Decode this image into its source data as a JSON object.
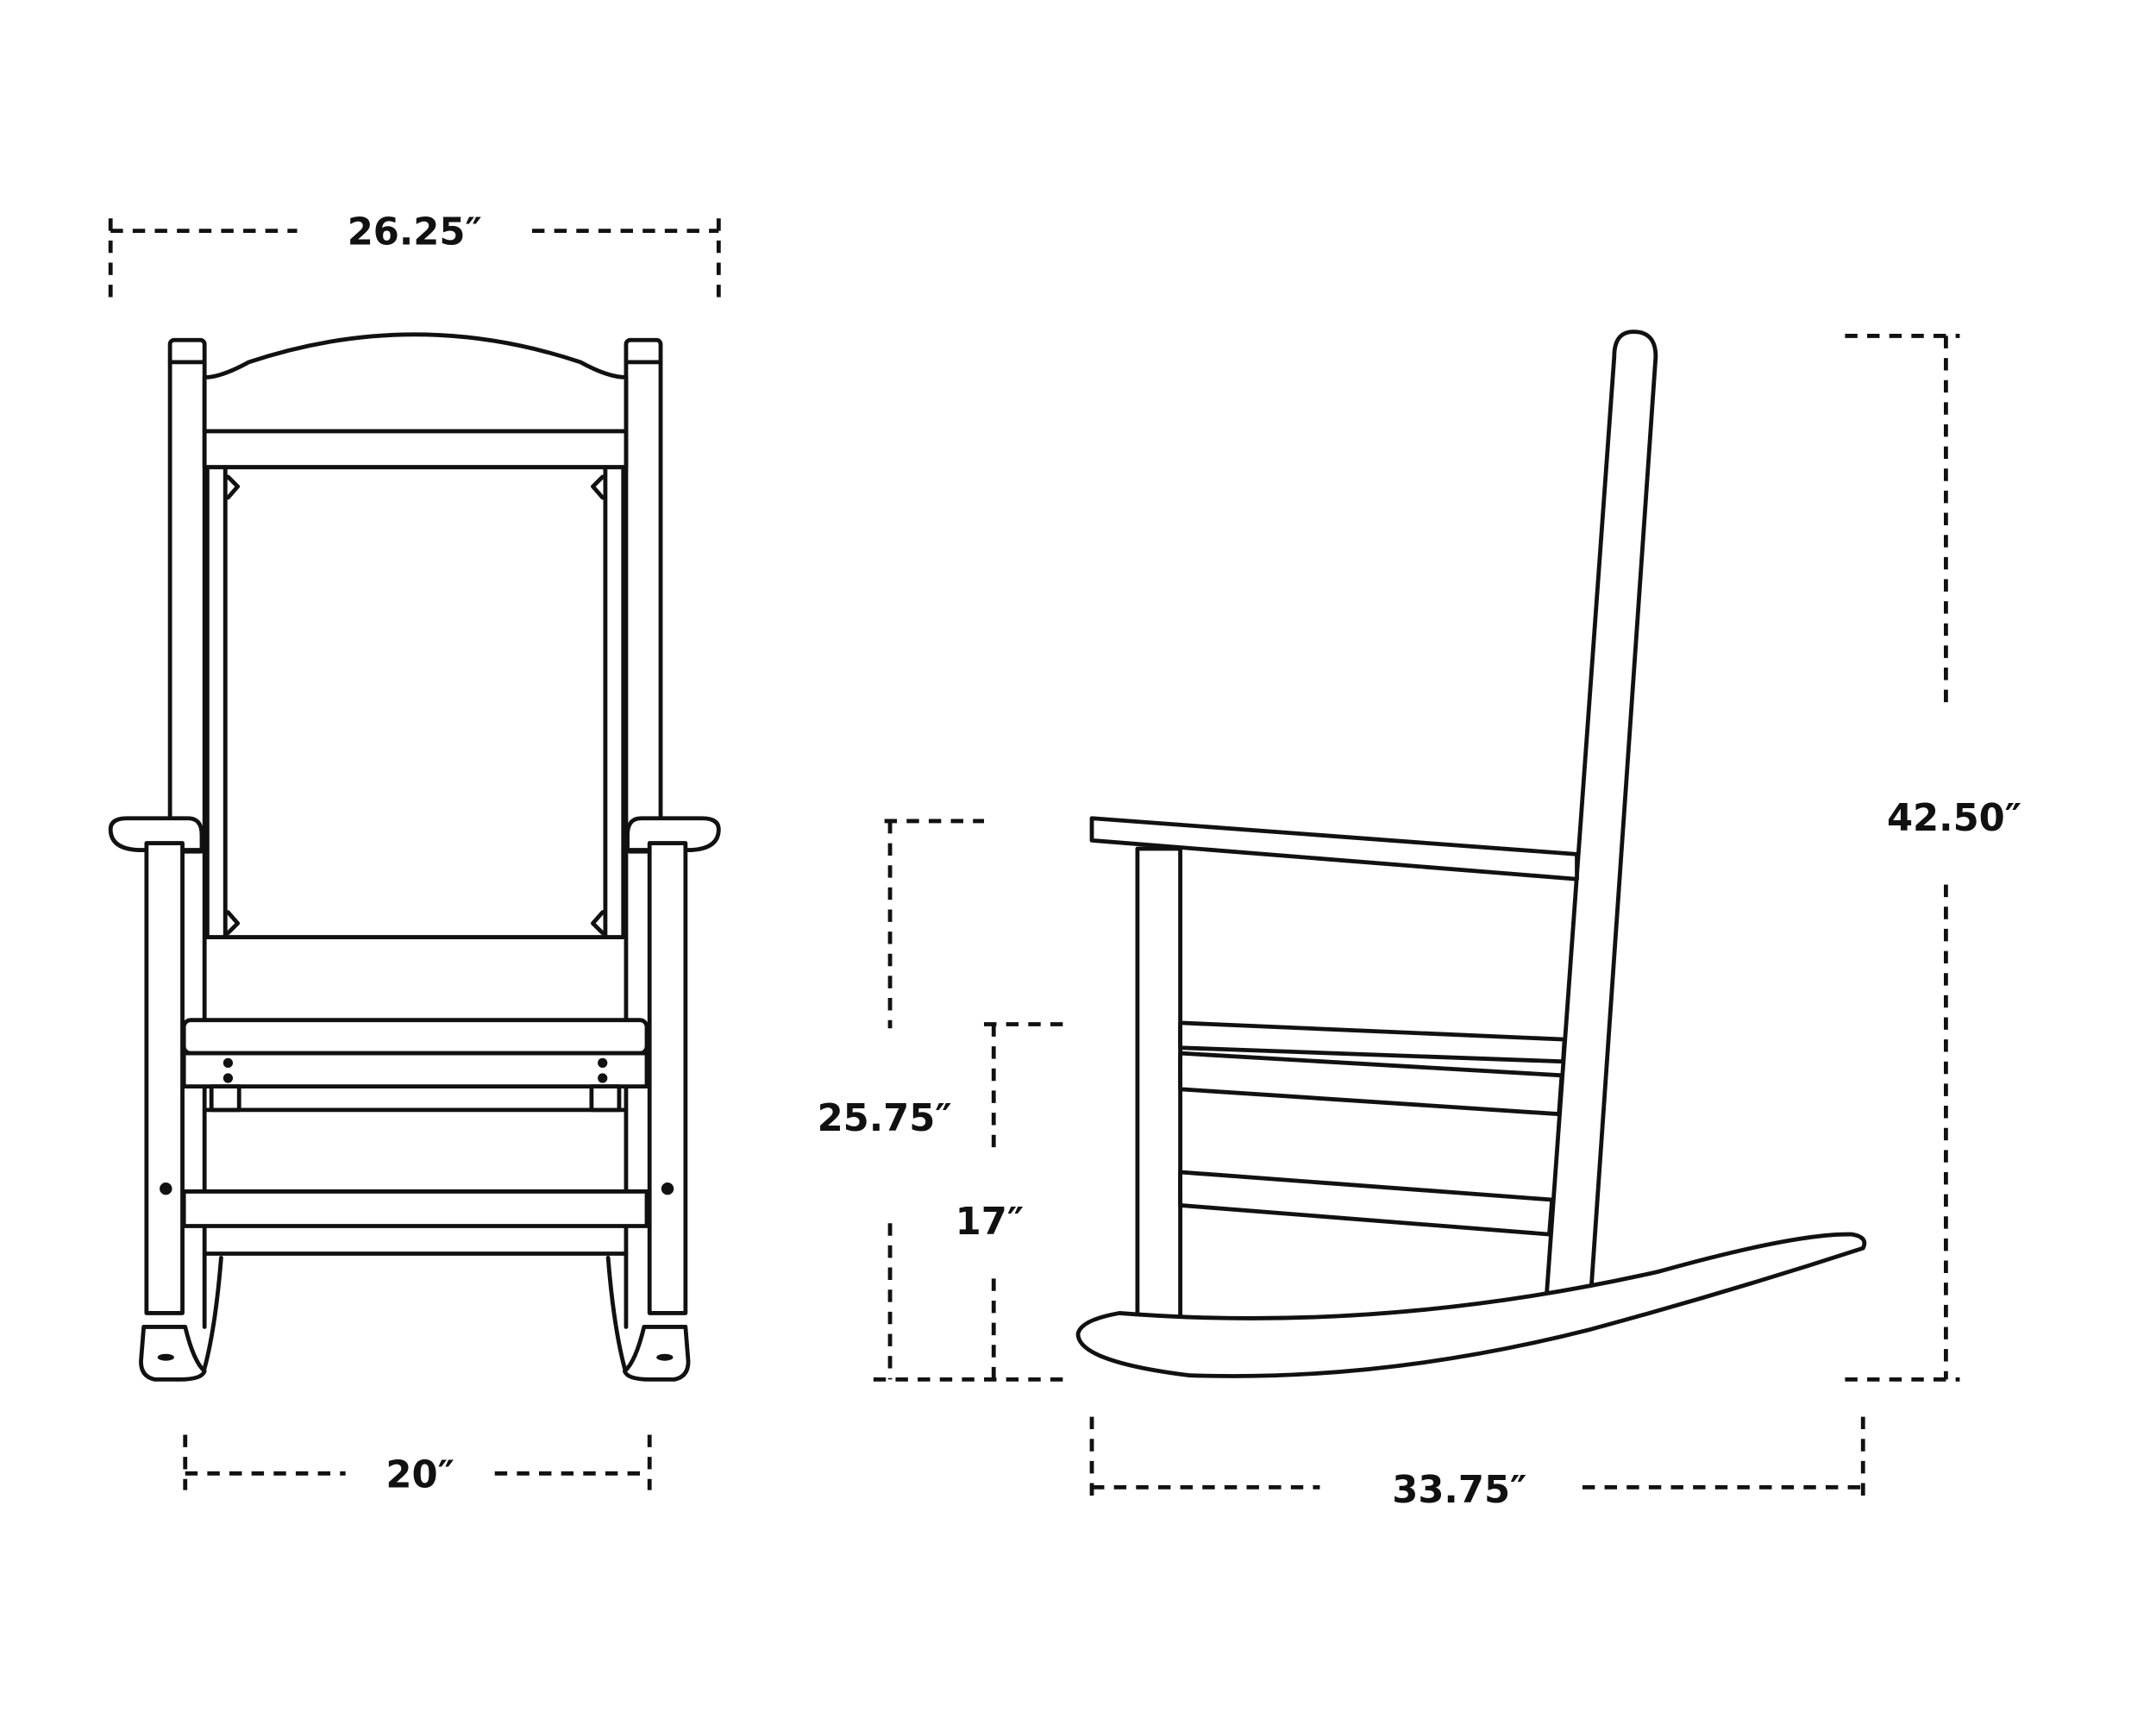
{
  "diagram": {
    "title": "Rocking chair dimensions",
    "views": [
      {
        "name": "front-view",
        "description": "Front elevation of rocking chair"
      },
      {
        "name": "side-view",
        "description": "Side elevation of rocking chair"
      }
    ],
    "dimensions": {
      "overall_width": {
        "label": "26.25″",
        "value": 26.25,
        "unit": "in"
      },
      "seat_width": {
        "label": "20″",
        "value": 20,
        "unit": "in"
      },
      "overall_height": {
        "label": "42.50″",
        "value": 42.5,
        "unit": "in"
      },
      "arm_height": {
        "label": "25.75″",
        "value": 25.75,
        "unit": "in"
      },
      "seat_height": {
        "label": "17″",
        "value": 17,
        "unit": "in"
      },
      "overall_depth": {
        "label": "33.75″",
        "value": 33.75,
        "unit": "in"
      }
    },
    "colors": {
      "line": "#111111",
      "background": "#ffffff"
    }
  }
}
